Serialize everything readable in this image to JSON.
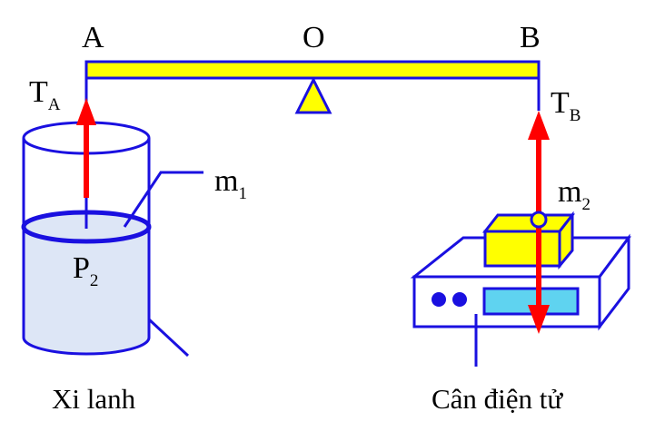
{
  "points": {
    "a": "A",
    "o": "O",
    "b": "B"
  },
  "forces": {
    "tension_a": {
      "main": "T",
      "sub": "A"
    },
    "tension_b": {
      "main": "T",
      "sub": "B"
    }
  },
  "masses": {
    "m1": {
      "main": "m",
      "sub": "1"
    },
    "m2": {
      "main": "m",
      "sub": "2"
    }
  },
  "pressure": {
    "main": "P",
    "sub": "2"
  },
  "captions": {
    "cylinder": "Xi lanh",
    "scale": "Cân điện tử"
  },
  "colors": {
    "outline": "#1a10e0",
    "lever_fill": "#ffff00",
    "force_arrow": "#ff0000",
    "liquid_fill": "#dde6f6",
    "scale_body": "#ffffff",
    "display_fill": "#5fd3f0"
  }
}
